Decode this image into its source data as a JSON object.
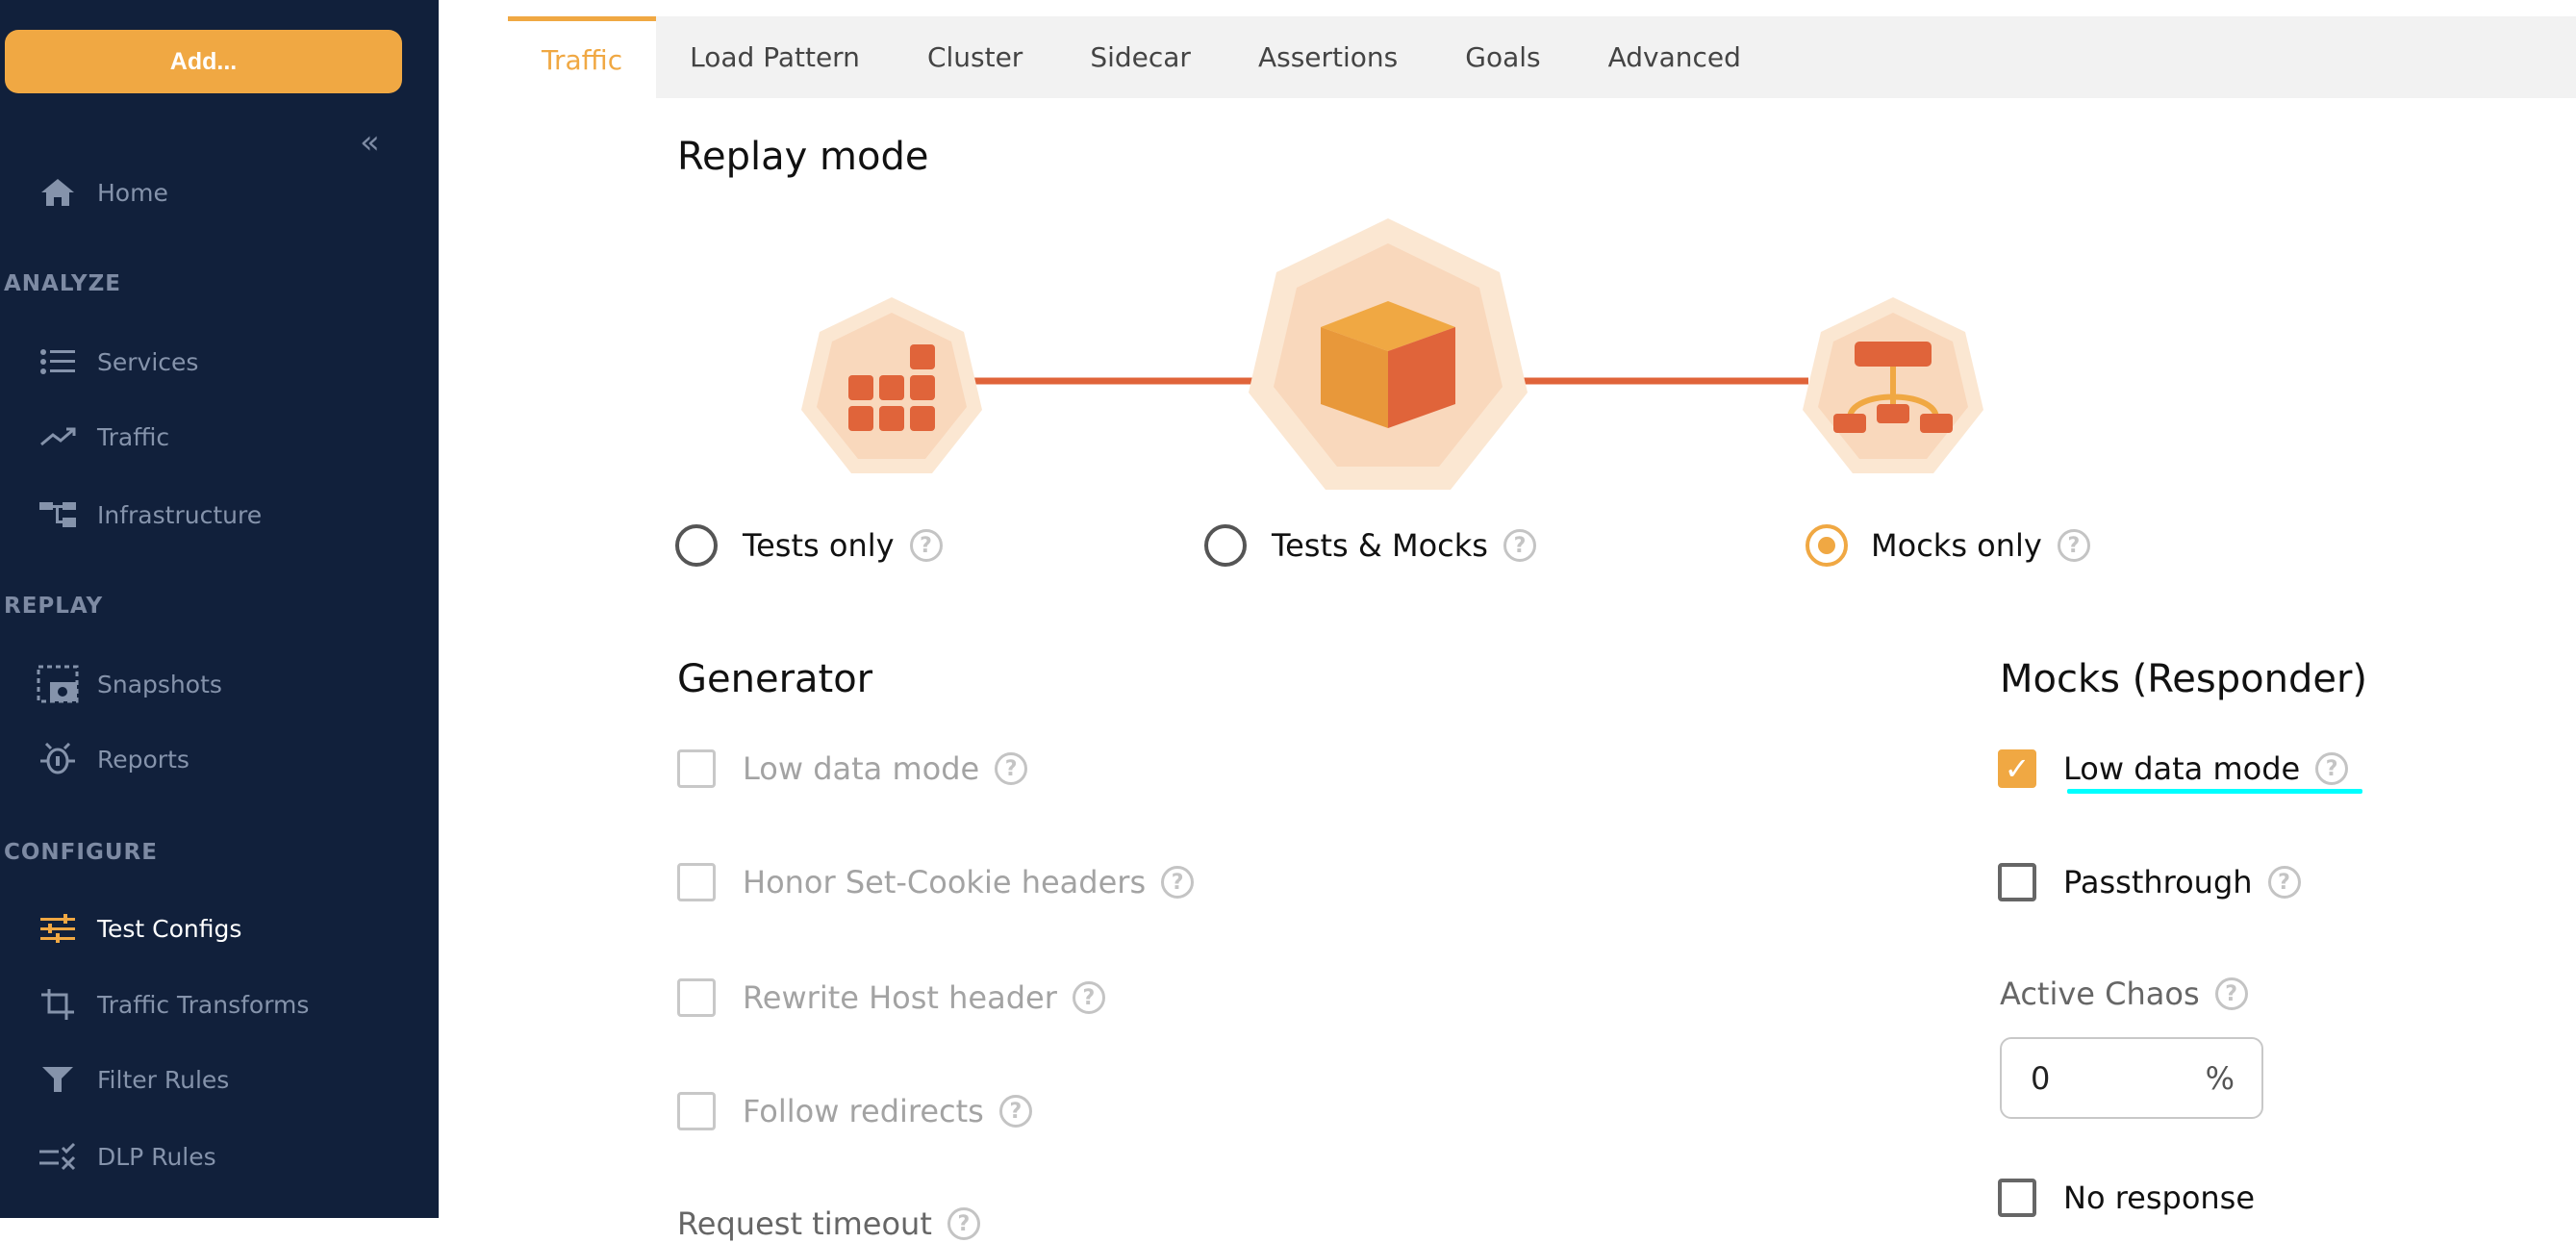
{
  "sidebar": {
    "add_label": "Add...",
    "collapse_icon": "double-chevron-left-icon",
    "home": "Home",
    "sections": {
      "analyze": "ANALYZE",
      "replay": "REPLAY",
      "configure": "CONFIGURE"
    },
    "items": {
      "services": "Services",
      "traffic": "Traffic",
      "infrastructure": "Infrastructure",
      "snapshots": "Snapshots",
      "reports": "Reports",
      "test_configs": "Test Configs",
      "traffic_transforms": "Traffic Transforms",
      "filter_rules": "Filter Rules",
      "dlp_rules": "DLP Rules"
    },
    "active_item": "Test Configs"
  },
  "tabs": [
    "Traffic",
    "Load Pattern",
    "Cluster",
    "Sidecar",
    "Assertions",
    "Goals",
    "Advanced"
  ],
  "active_tab": "Traffic",
  "replay": {
    "title": "Replay mode",
    "options": [
      "Tests only",
      "Tests & Mocks",
      "Mocks only"
    ],
    "selected": "Mocks only"
  },
  "generator": {
    "title": "Generator",
    "options": [
      {
        "label": "Low data mode",
        "checked": false
      },
      {
        "label": "Honor Set-Cookie headers",
        "checked": false
      },
      {
        "label": "Rewrite Host header",
        "checked": false
      },
      {
        "label": "Follow redirects",
        "checked": false
      }
    ],
    "request_timeout": "Request timeout"
  },
  "mocks": {
    "title": "Mocks (Responder)",
    "low_data_mode": "Low data mode",
    "low_data_checked": true,
    "passthrough": "Passthrough",
    "passthrough_checked": false,
    "active_chaos": "Active Chaos",
    "chaos_value": "0",
    "chaos_unit": "%",
    "no_response": "No response",
    "no_response_checked": false
  },
  "colors": {
    "accent": "#f0a843",
    "sidebar_bg": "#11203b",
    "connector": "#e0643a",
    "highlight": "#00ffff"
  }
}
